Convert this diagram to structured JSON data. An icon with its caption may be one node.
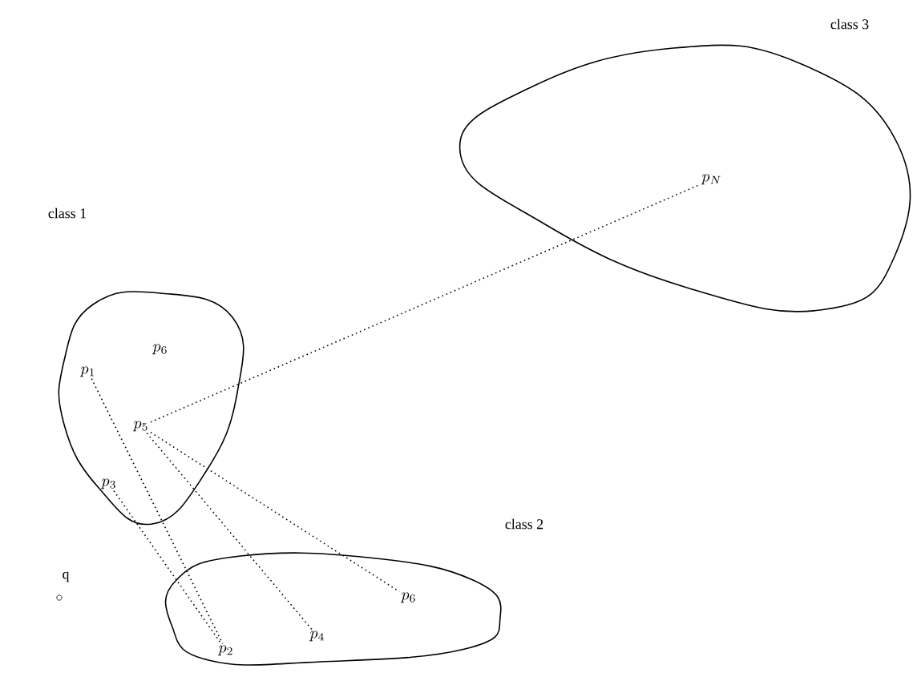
{
  "diagram": {
    "nodes": [
      {
        "text": [],
        "shape": "blob"
      },
      {
        "text": [
          "p_{1}"
        ],
        "in": 0
      },
      {
        "text": [
          "p_{6}"
        ],
        "in": 0
      },
      {
        "text": [
          "p_{5}"
        ],
        "in": 0
      },
      {
        "text": [
          "p_{3}"
        ],
        "in": 0
      },
      {
        "text": [],
        "shape": "blob"
      },
      {
        "text": [
          "p_{N}"
        ],
        "in": 5
      },
      {
        "text": [],
        "shape": "blob"
      },
      {
        "text": [
          "p_{6}"
        ],
        "in": 7
      },
      {
        "text": [
          "p_{2}"
        ],
        "in": 7
      },
      {
        "text": [
          "p_{4}"
        ],
        "in": 7
      },
      {
        "text": [
          "q"
        ]
      }
    ],
    "edges": [
      {
        "from": 3,
        "to": 6,
        "arrow": "none",
        "style": "dashed"
      },
      {
        "from": 1,
        "to": 9,
        "arrow": "none",
        "style": "dashed"
      },
      {
        "from": 4,
        "to": 9,
        "arrow": "none",
        "style": "dashed"
      },
      {
        "from": 3,
        "to": 10,
        "arrow": "none",
        "style": "dashed"
      },
      {
        "from": 3,
        "to": 8,
        "arrow": "none",
        "style": "dashed"
      }
    ],
    "labels": [
      "class 3",
      "class 1",
      "class 2"
    ]
  }
}
